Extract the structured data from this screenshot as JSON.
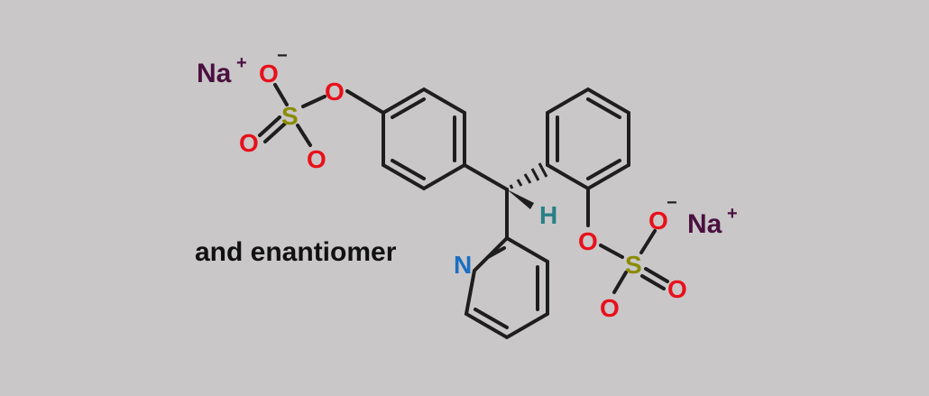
{
  "caption": "and enantiomer",
  "atoms": {
    "na_left": "Na",
    "na_left_charge": "+",
    "na_right": "Na",
    "na_right_charge": "+",
    "o_minus_left": "O",
    "o_minus_left_charge": "−",
    "o_minus_right": "O",
    "o_minus_right_charge": "−",
    "s_left": "S",
    "s_right": "S",
    "o_bridge_left": "O",
    "o_bridge_right": "O",
    "o_eq_left_a": "O",
    "o_eq_left_b": "O",
    "o_eq_right_a": "O",
    "o_eq_right_b": "O",
    "n_pyridine": "N",
    "h_stereo": "H"
  },
  "colors": {
    "background": "#c9c7c8",
    "bond": "#1e1e1e",
    "oxygen": "#e8101a",
    "sulfur": "#8b8b00",
    "sodium": "#4b1040",
    "nitrogen": "#1c6fc2",
    "hydrogen": "#2a7f86",
    "caption": "#111111"
  }
}
